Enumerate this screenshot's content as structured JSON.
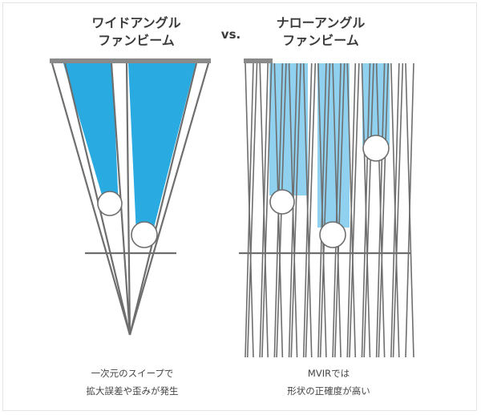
{
  "left": {
    "title_line1": "ワイドアングル",
    "title_line2": "ファンビーム",
    "caption_line1": "一次元のスイープで",
    "caption_line2": "拡大誤差や歪みが発生"
  },
  "vs_label": "vs.",
  "right": {
    "title_line1": "ナローアングル",
    "title_line2": "ファンビーム",
    "caption_line1": "MVIRでは",
    "caption_line2": "形状の正確度が高い"
  },
  "colors": {
    "beam_blue": "#29abe2",
    "beam_light_blue": "#8fd1ef",
    "line_gray": "#6e6e6e",
    "detector_gray": "#8a8a8a"
  }
}
